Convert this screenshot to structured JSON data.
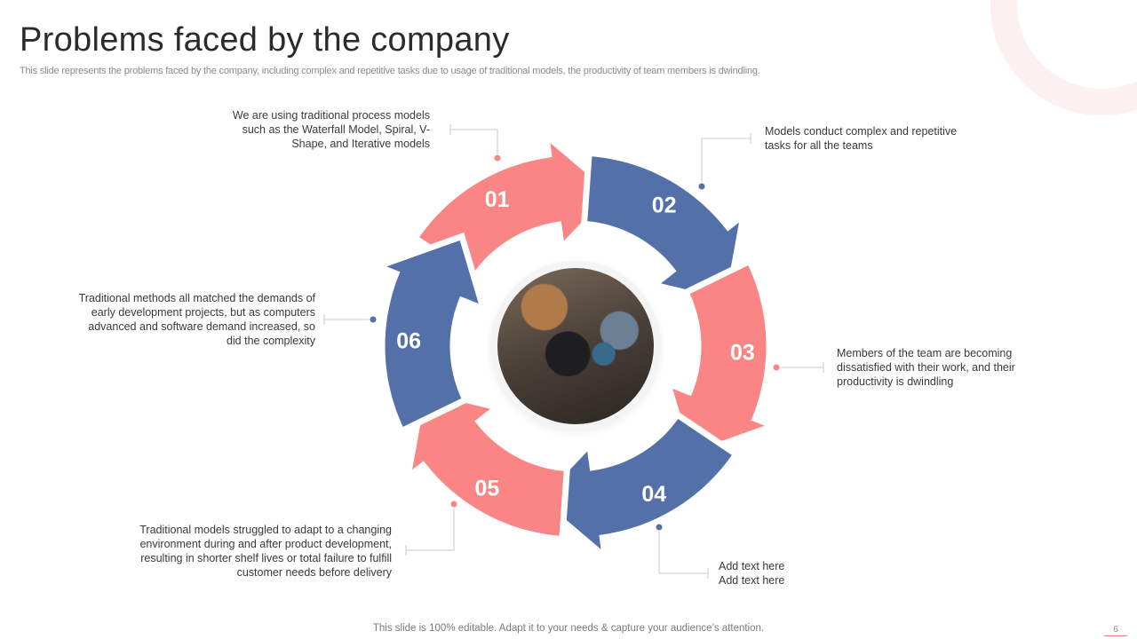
{
  "header": {
    "title": "Problems faced by the company",
    "subtitle": "This slide represents the problems faced by the company, including complex and repetitive tasks due to usage of traditional models, the productivity of team members is dwindling."
  },
  "colors": {
    "pink": "#f98585",
    "blue": "#5470a8",
    "deco": "#fdf0f0"
  },
  "steps": [
    {
      "num": "01",
      "text": "We are using traditional process models such as the Waterfall Model, Spiral, V-Shape, and Iterative  models"
    },
    {
      "num": "02",
      "text": "Models conduct complex and repetitive tasks for all the teams"
    },
    {
      "num": "03",
      "text": "Members of the team are becoming dissatisfied with their work, and their productivity  is dwindling"
    },
    {
      "num": "04",
      "text": "Add text here Add text here"
    },
    {
      "num": "05",
      "text": "Traditional  models struggled to adapt to a changing environment  during and after product development, resulting in shorter shelf lives  or total failure  to fulfill customer needs before delivery"
    },
    {
      "num": "06",
      "text": "Traditional  methods all matched the demands of early development  projects, but as computers advanced  and software demand increased,  so did the complexity"
    }
  ],
  "footer": {
    "text": "This slide is 100% editable. Adapt it to your needs & capture your audience’s attention.",
    "page": "6"
  }
}
